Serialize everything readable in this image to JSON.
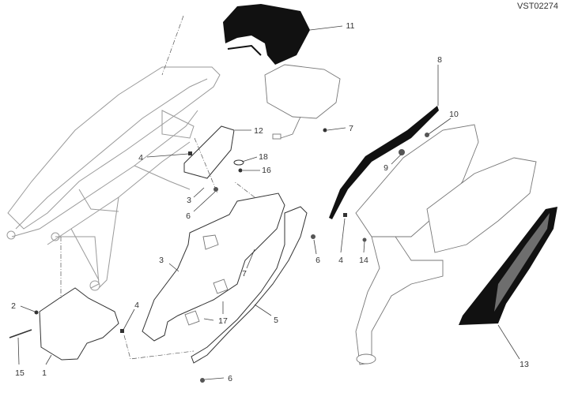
{
  "diagram": {
    "drawing_code": "VST02274",
    "callouts": [
      "11",
      "12",
      "18",
      "16",
      "4",
      "3",
      "6",
      "3",
      "7",
      "6",
      "17",
      "5",
      "6",
      "2",
      "4",
      "15",
      "1",
      "8",
      "10",
      "7",
      "9",
      "4",
      "14",
      "13"
    ],
    "colors": {
      "line": "#333333",
      "frame": "#9a9a9a",
      "black_part": "#111111",
      "gray_insert": "#6e6e6e"
    }
  }
}
